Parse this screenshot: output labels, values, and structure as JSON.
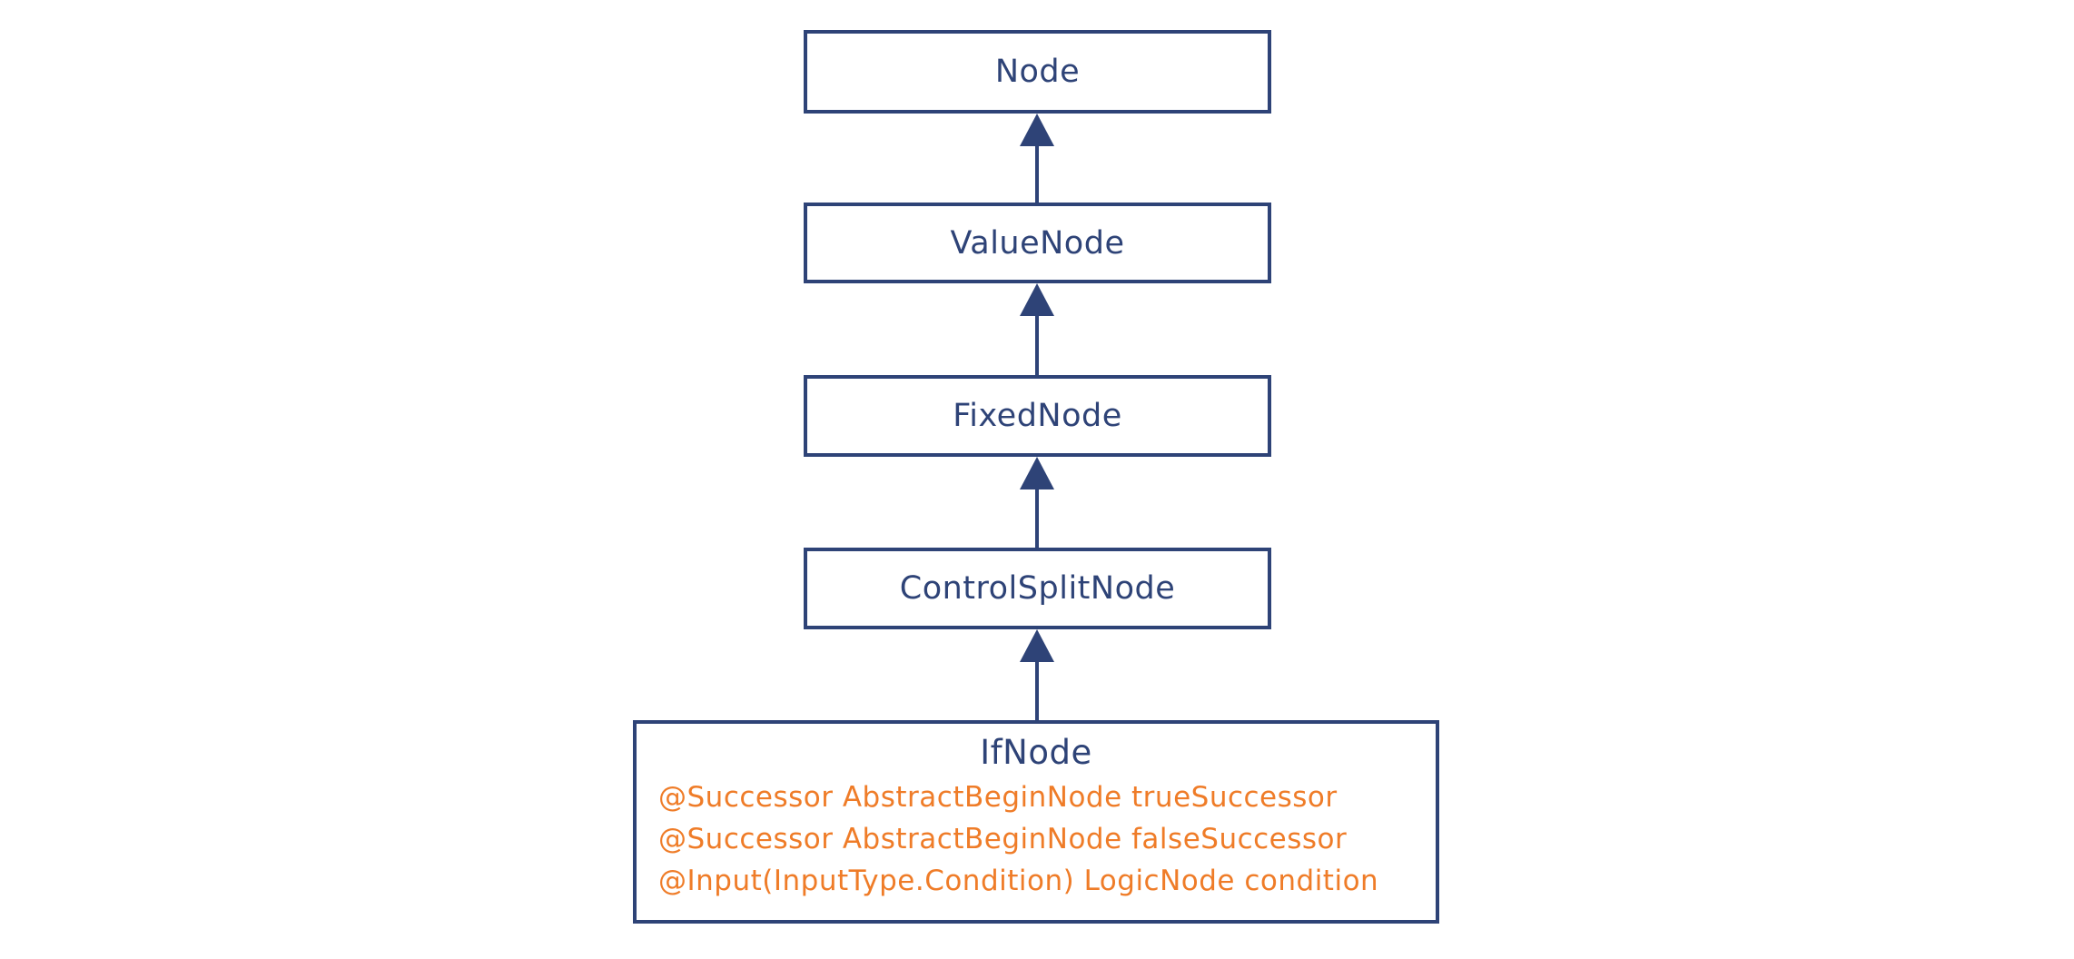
{
  "diagram": {
    "type": "class-inheritance-hierarchy",
    "colors": {
      "box_border": "#2e4377",
      "label_text": "#2e4377",
      "annotation_text": "#ef7c28",
      "background": "#ffffff"
    },
    "nodes": [
      {
        "label": "Node"
      },
      {
        "label": "ValueNode"
      },
      {
        "label": "FixedNode"
      },
      {
        "label": "ControlSplitNode"
      },
      {
        "label": "IfNode",
        "annotations": [
          "@Successor AbstractBeginNode trueSuccessor",
          "@Successor AbstractBeginNode falseSuccessor",
          "@Input(InputType.Condition) LogicNode condition"
        ]
      }
    ],
    "edges": [
      {
        "from": "ValueNode",
        "to": "Node"
      },
      {
        "from": "FixedNode",
        "to": "ValueNode"
      },
      {
        "from": "ControlSplitNode",
        "to": "FixedNode"
      },
      {
        "from": "IfNode",
        "to": "ControlSplitNode"
      }
    ]
  }
}
